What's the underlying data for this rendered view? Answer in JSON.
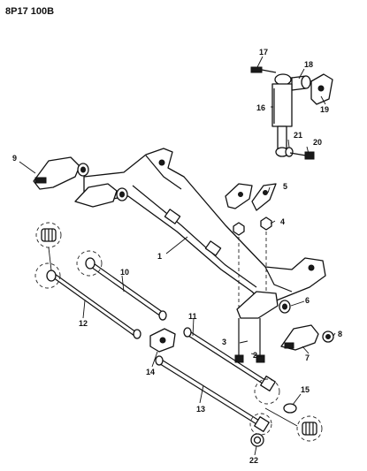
{
  "diagram_code": "8P17 100B",
  "callouts": {
    "c1": "1",
    "c2": "2",
    "c3": "3",
    "c4": "4",
    "c5": "5",
    "c6": "6",
    "c7": "7",
    "c8": "8",
    "c9": "9",
    "c10": "10",
    "c11": "11",
    "c12": "12",
    "c13": "13",
    "c14": "14",
    "c15": "15",
    "c16": "16",
    "c17": "17",
    "c18": "18",
    "c19": "19",
    "c20": "20",
    "c21": "21",
    "c22": "22"
  }
}
